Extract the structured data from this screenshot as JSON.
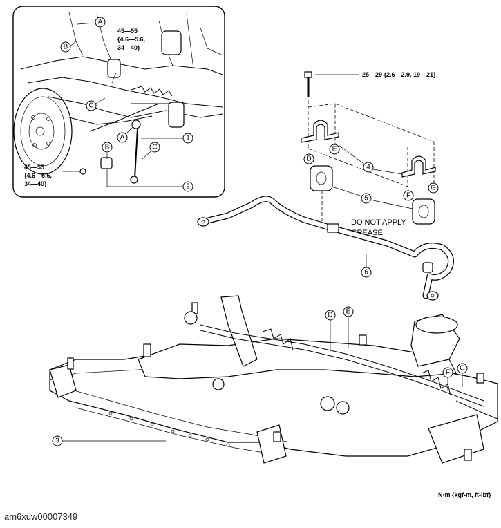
{
  "inset": {
    "torque_upper": [
      "45—55",
      "{4.6—5.6,",
      "34—40}"
    ],
    "torque_lower": [
      "45—55",
      "{4.6—5.6,",
      "34—40}"
    ]
  },
  "letters": {
    "A": "A",
    "B": "B",
    "C": "C",
    "D": "D",
    "E": "E",
    "F": "F",
    "G": "G"
  },
  "callouts": {
    "n1": "1",
    "n2": "2",
    "n3": "3",
    "n4": "4",
    "n5": "5",
    "n6": "6"
  },
  "bolt_torque": "25—29 {2.6—2.9, 19—21}",
  "note_line1": "DO NOT APPLY",
  "note_line2": "GREASE",
  "units": "N·m {kgf-m, ft-lbf}",
  "caption": "am6xuw00007349"
}
